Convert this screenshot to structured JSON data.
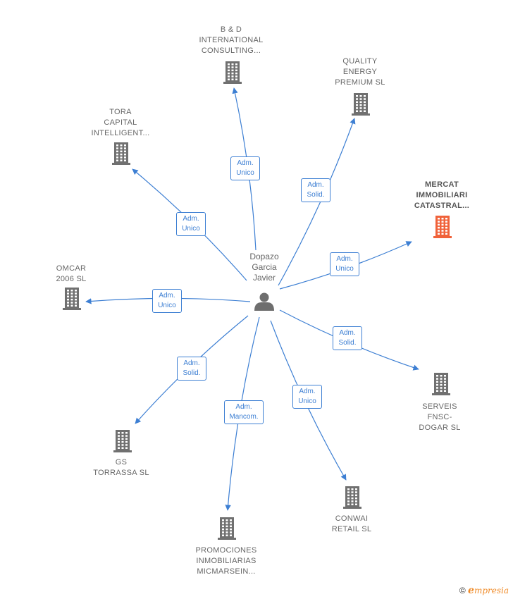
{
  "center": {
    "name_lines": [
      "Dopazo",
      "Garcia",
      "Javier"
    ],
    "icon": "person-icon"
  },
  "companies": [
    {
      "id": "bd",
      "lines": [
        "B & D",
        "INTERNATIONAL",
        "CONSULTING..."
      ],
      "highlight": false
    },
    {
      "id": "quality",
      "lines": [
        "QUALITY",
        "ENERGY",
        "PREMIUM SL"
      ],
      "highlight": false
    },
    {
      "id": "tora",
      "lines": [
        "TORA",
        "CAPITAL",
        "INTELLIGENT..."
      ],
      "highlight": false
    },
    {
      "id": "mercat",
      "lines": [
        "MERCAT",
        "IMMOBILIARI",
        "CATASTRAL..."
      ],
      "highlight": true
    },
    {
      "id": "omcar",
      "lines": [
        "OMCAR",
        "2006  SL"
      ],
      "highlight": false
    },
    {
      "id": "serveis",
      "lines": [
        "SERVEIS",
        "FNSC-",
        "DOGAR  SL"
      ],
      "highlight": false
    },
    {
      "id": "gs",
      "lines": [
        "GS",
        "TORRASSA  SL"
      ],
      "highlight": false
    },
    {
      "id": "conwai",
      "lines": [
        "CONWAI",
        "RETAIL  SL"
      ],
      "highlight": false
    },
    {
      "id": "promociones",
      "lines": [
        "PROMOCIONES",
        "INMOBILIARIAS",
        "MICMARSEIN..."
      ],
      "highlight": false
    }
  ],
  "relations": [
    {
      "target": "bd",
      "lines": [
        "Adm.",
        "Unico"
      ]
    },
    {
      "target": "quality",
      "lines": [
        "Adm.",
        "Solid."
      ]
    },
    {
      "target": "tora",
      "lines": [
        "Adm.",
        "Unico"
      ]
    },
    {
      "target": "mercat",
      "lines": [
        "Adm.",
        "Unico"
      ]
    },
    {
      "target": "omcar",
      "lines": [
        "Adm.",
        "Unico"
      ]
    },
    {
      "target": "serveis",
      "lines": [
        "Adm.",
        "Solid."
      ]
    },
    {
      "target": "gs",
      "lines": [
        "Adm.",
        "Solid."
      ]
    },
    {
      "target": "conwai",
      "lines": [
        "Adm.",
        "Unico"
      ]
    },
    {
      "target": "promociones",
      "lines": [
        "Adm.",
        "Mancom."
      ]
    }
  ],
  "colors": {
    "edge": "#3d7fd3",
    "building": "#707070",
    "building_highlight": "#f0623a",
    "person": "#6e6e6e"
  },
  "footer": {
    "copyright": "©",
    "brand_initial": "e",
    "brand_rest": "mpresia"
  }
}
